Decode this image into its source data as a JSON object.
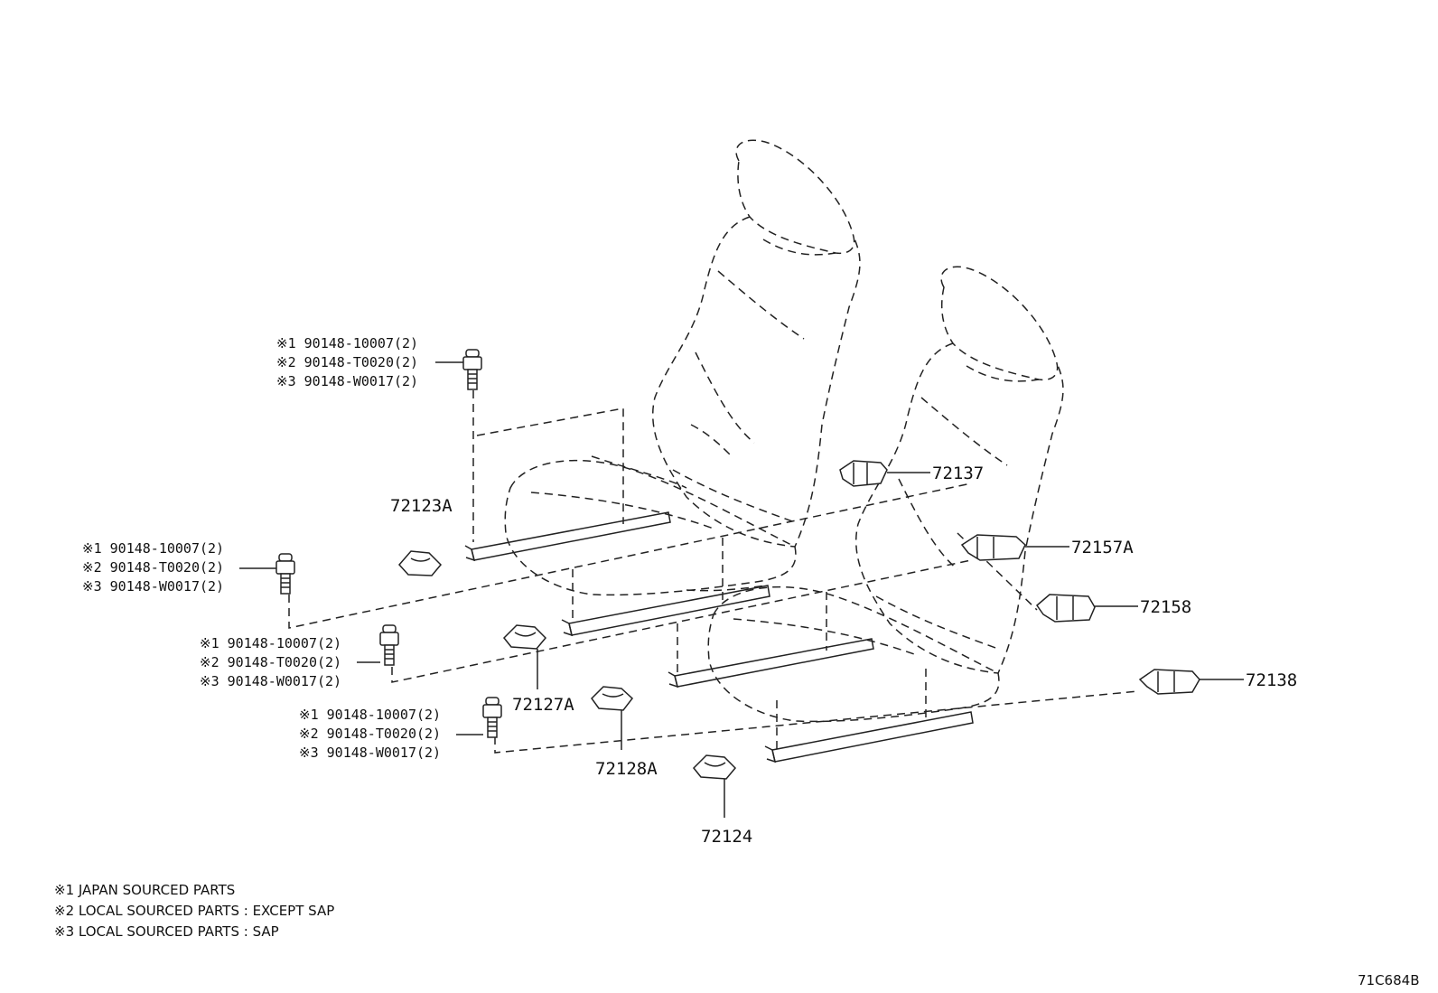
{
  "parts": {
    "p72137": "72137",
    "p72157A": "72157A",
    "p72158": "72158",
    "p72138": "72138",
    "p72123A": "72123A",
    "p72127A": "72127A",
    "p72128A": "72128A",
    "p72124": "72124"
  },
  "bolt_groups": [
    {
      "lines": [
        "※1 90148-10007(2)",
        "※2 90148-T0020(2)",
        "※3 90148-W0017(2)"
      ]
    },
    {
      "lines": [
        "※1 90148-10007(2)",
        "※2 90148-T0020(2)",
        "※3 90148-W0017(2)"
      ]
    },
    {
      "lines": [
        "※1 90148-10007(2)",
        "※2 90148-T0020(2)",
        "※3 90148-W0017(2)"
      ]
    },
    {
      "lines": [
        "※1 90148-10007(2)",
        "※2 90148-T0020(2)",
        "※3 90148-W0017(2)"
      ]
    }
  ],
  "notes": [
    "※1 JAPAN SOURCED PARTS",
    "※2 LOCAL SOURCED PARTS : EXCEPT SAP",
    "※3 LOCAL SOURCED PARTS : SAP"
  ],
  "diagram_code": "71C684B"
}
